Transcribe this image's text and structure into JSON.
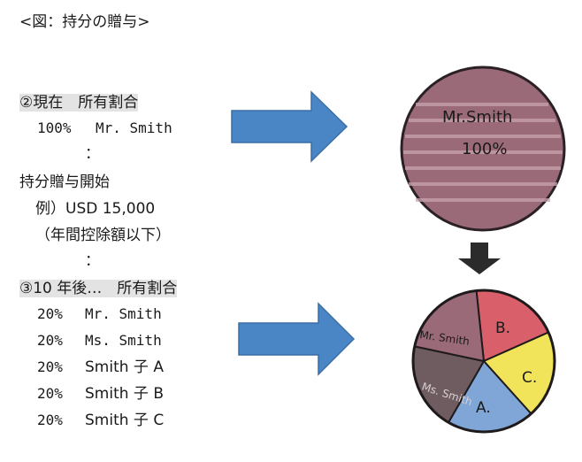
{
  "figure": {
    "caption": "<図：持分の贈与>"
  },
  "section2": {
    "heading": "②現在　所有割合",
    "owner_percent": "100%",
    "owner_name": "Mr. Smith",
    "dots1": "：",
    "gift_start": "持分贈与開始",
    "example": "例）USD 15,000",
    "note": "（年間控除額以下）",
    "dots2": "："
  },
  "section3": {
    "heading": "③10 年後…　所有割合",
    "rows": [
      {
        "percent": "20%",
        "name": "Mr. Smith"
      },
      {
        "percent": "20%",
        "name": "Ms. Smith"
      },
      {
        "percent": "20%",
        "name": "Smith 子 A"
      },
      {
        "percent": "20%",
        "name": "Smith 子 B"
      },
      {
        "percent": "20%",
        "name": "Smith 子 C"
      }
    ]
  },
  "top_pie": {
    "label": "Mr.Smith",
    "value": "100%",
    "color": "#9b6a78"
  },
  "bottom_pie": {
    "slices": [
      {
        "label": "B.",
        "value": 20,
        "color": "#d9606a"
      },
      {
        "label": "C.",
        "value": 20,
        "color": "#f2e45a"
      },
      {
        "label": "A.",
        "value": 20,
        "color": "#7fa6d6"
      },
      {
        "label": "Ms. Smith",
        "value": 20,
        "color": "#6e5c60"
      },
      {
        "label": "Mr. Smith",
        "value": 20,
        "color": "#9b6a78"
      }
    ]
  },
  "colors": {
    "arrow": "#4a86c6",
    "arrow_down": "#2b2b2b"
  }
}
